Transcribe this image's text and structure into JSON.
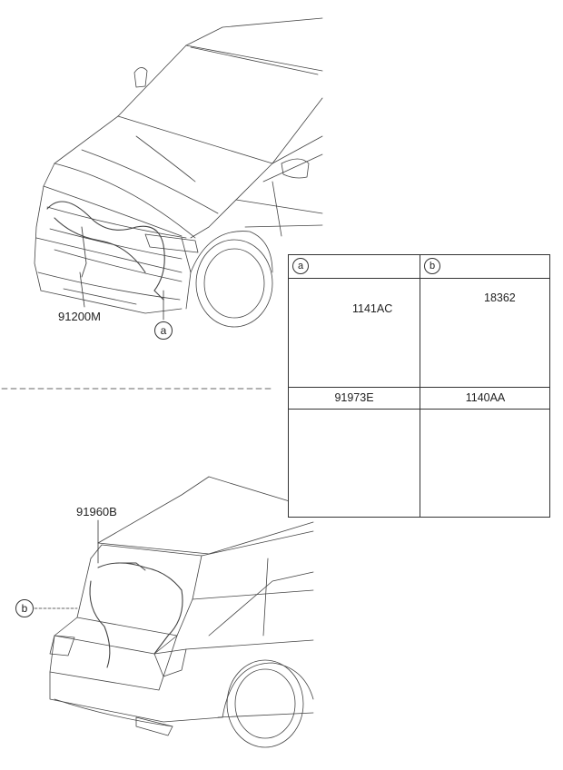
{
  "labels": {
    "front_harness": "91200M",
    "rear_harness": "91960B"
  },
  "callouts": {
    "a": "a",
    "b": "b"
  },
  "table": {
    "col_a": {
      "callout": "a",
      "part_label": "1141AC",
      "caption": "91973E"
    },
    "col_b": {
      "callout": "b",
      "part_label": "18362",
      "caption": "1140AA"
    }
  }
}
